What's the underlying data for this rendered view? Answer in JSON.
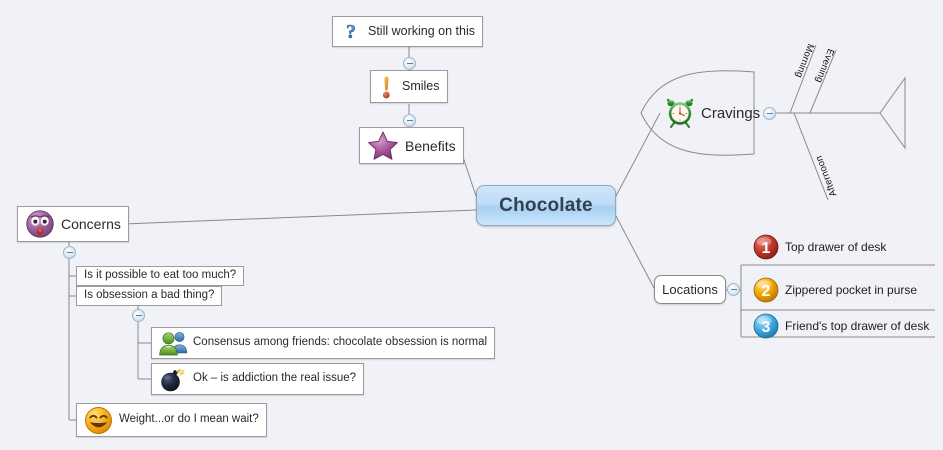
{
  "diagram": {
    "title": "Chocolate",
    "type": "mind-map",
    "background_color": "#f1f2f7"
  },
  "central": {
    "label": "Chocolate",
    "fill_color": "#bcdcf7",
    "border_color": "#8fa8bd"
  },
  "branches": {
    "top": {
      "nodes": [
        {
          "label": "Still working on this",
          "icon": "question-mark-icon",
          "icon_color": "#3b6fb5"
        },
        {
          "label": "Smiles",
          "icon": "exclamation-mark-icon",
          "icon_color": "#e8a23c"
        },
        {
          "label": "Benefits",
          "icon": "star-icon",
          "icon_color": "#9c4a86"
        }
      ]
    },
    "cravings": {
      "label": "Cravings",
      "icon": "alarm-clock-icon",
      "icon_color": "#3f9e3f",
      "shape": "fishbone",
      "bones": [
        {
          "label": "Morning",
          "direction": "up"
        },
        {
          "label": "Evening",
          "direction": "up"
        },
        {
          "label": "Afternoon",
          "direction": "down"
        }
      ]
    },
    "locations": {
      "label": "Locations",
      "items": [
        {
          "label": "Top drawer of desk",
          "badge": "1",
          "badge_color": "#c0392b"
        },
        {
          "label": "Zippered pocket in purse",
          "badge": "2",
          "badge_color": "#f0a500"
        },
        {
          "label": "Friend's top drawer of desk",
          "badge": "3",
          "badge_color": "#3fa9dd"
        }
      ]
    },
    "concerns": {
      "label": "Concerns",
      "icon": "surprised-face-icon",
      "icon_color": "#8e4f8e",
      "items": [
        {
          "label": "Is it possible to eat too much?"
        },
        {
          "label": "Is obsession a bad thing?"
        },
        {
          "label": "Consensus among  friends: chocolate obsession is normal",
          "icon": "people-group-icon",
          "icon_color": "#7cb342"
        },
        {
          "label": "Ok – is addiction the real issue?",
          "icon": "bomb-icon",
          "icon_color": "#1b2436"
        },
        {
          "label": "Weight...or do I mean wait?",
          "icon": "laughing-face-icon",
          "icon_color": "#f5a623"
        }
      ]
    }
  }
}
